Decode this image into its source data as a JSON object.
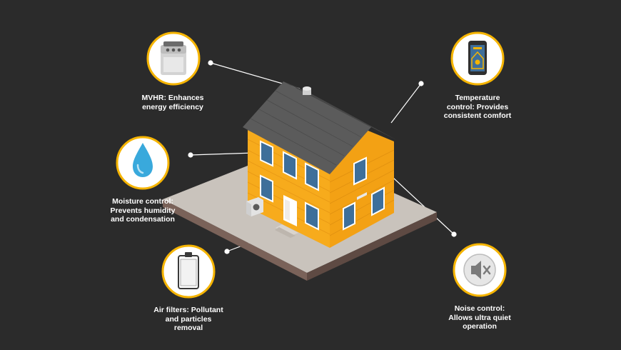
{
  "colors": {
    "background": "#2b2b2b",
    "ring": "#f5b400",
    "circle_fill": "#ffffff",
    "house_wall": "#f7ab1c",
    "house_wall_shade": "#e8950f",
    "roof": "#5b5b5b",
    "ground": "#c9c3bc",
    "ground_side": "#6f5a52",
    "window": "#3e6f9a",
    "line": "#ffffff"
  },
  "callouts": [
    {
      "id": "mvhr",
      "icon": "mvhr-unit-icon",
      "label": "MVHR: Enhances\nenergy efficiency"
    },
    {
      "id": "temperature",
      "icon": "thermostat-tablet-icon",
      "label": "Temperature\ncontrol: Provides\nconsistent comfort"
    },
    {
      "id": "moisture",
      "icon": "water-drop-icon",
      "label": "Moisture control:\nPrevents humidity\nand condensation"
    },
    {
      "id": "air-filters",
      "icon": "air-filter-icon",
      "label": "Air filters: Pollutant\nand particles\nremoval"
    },
    {
      "id": "noise",
      "icon": "muted-speaker-icon",
      "label": "Noise control:\nAllows ultra quiet\noperation"
    }
  ]
}
